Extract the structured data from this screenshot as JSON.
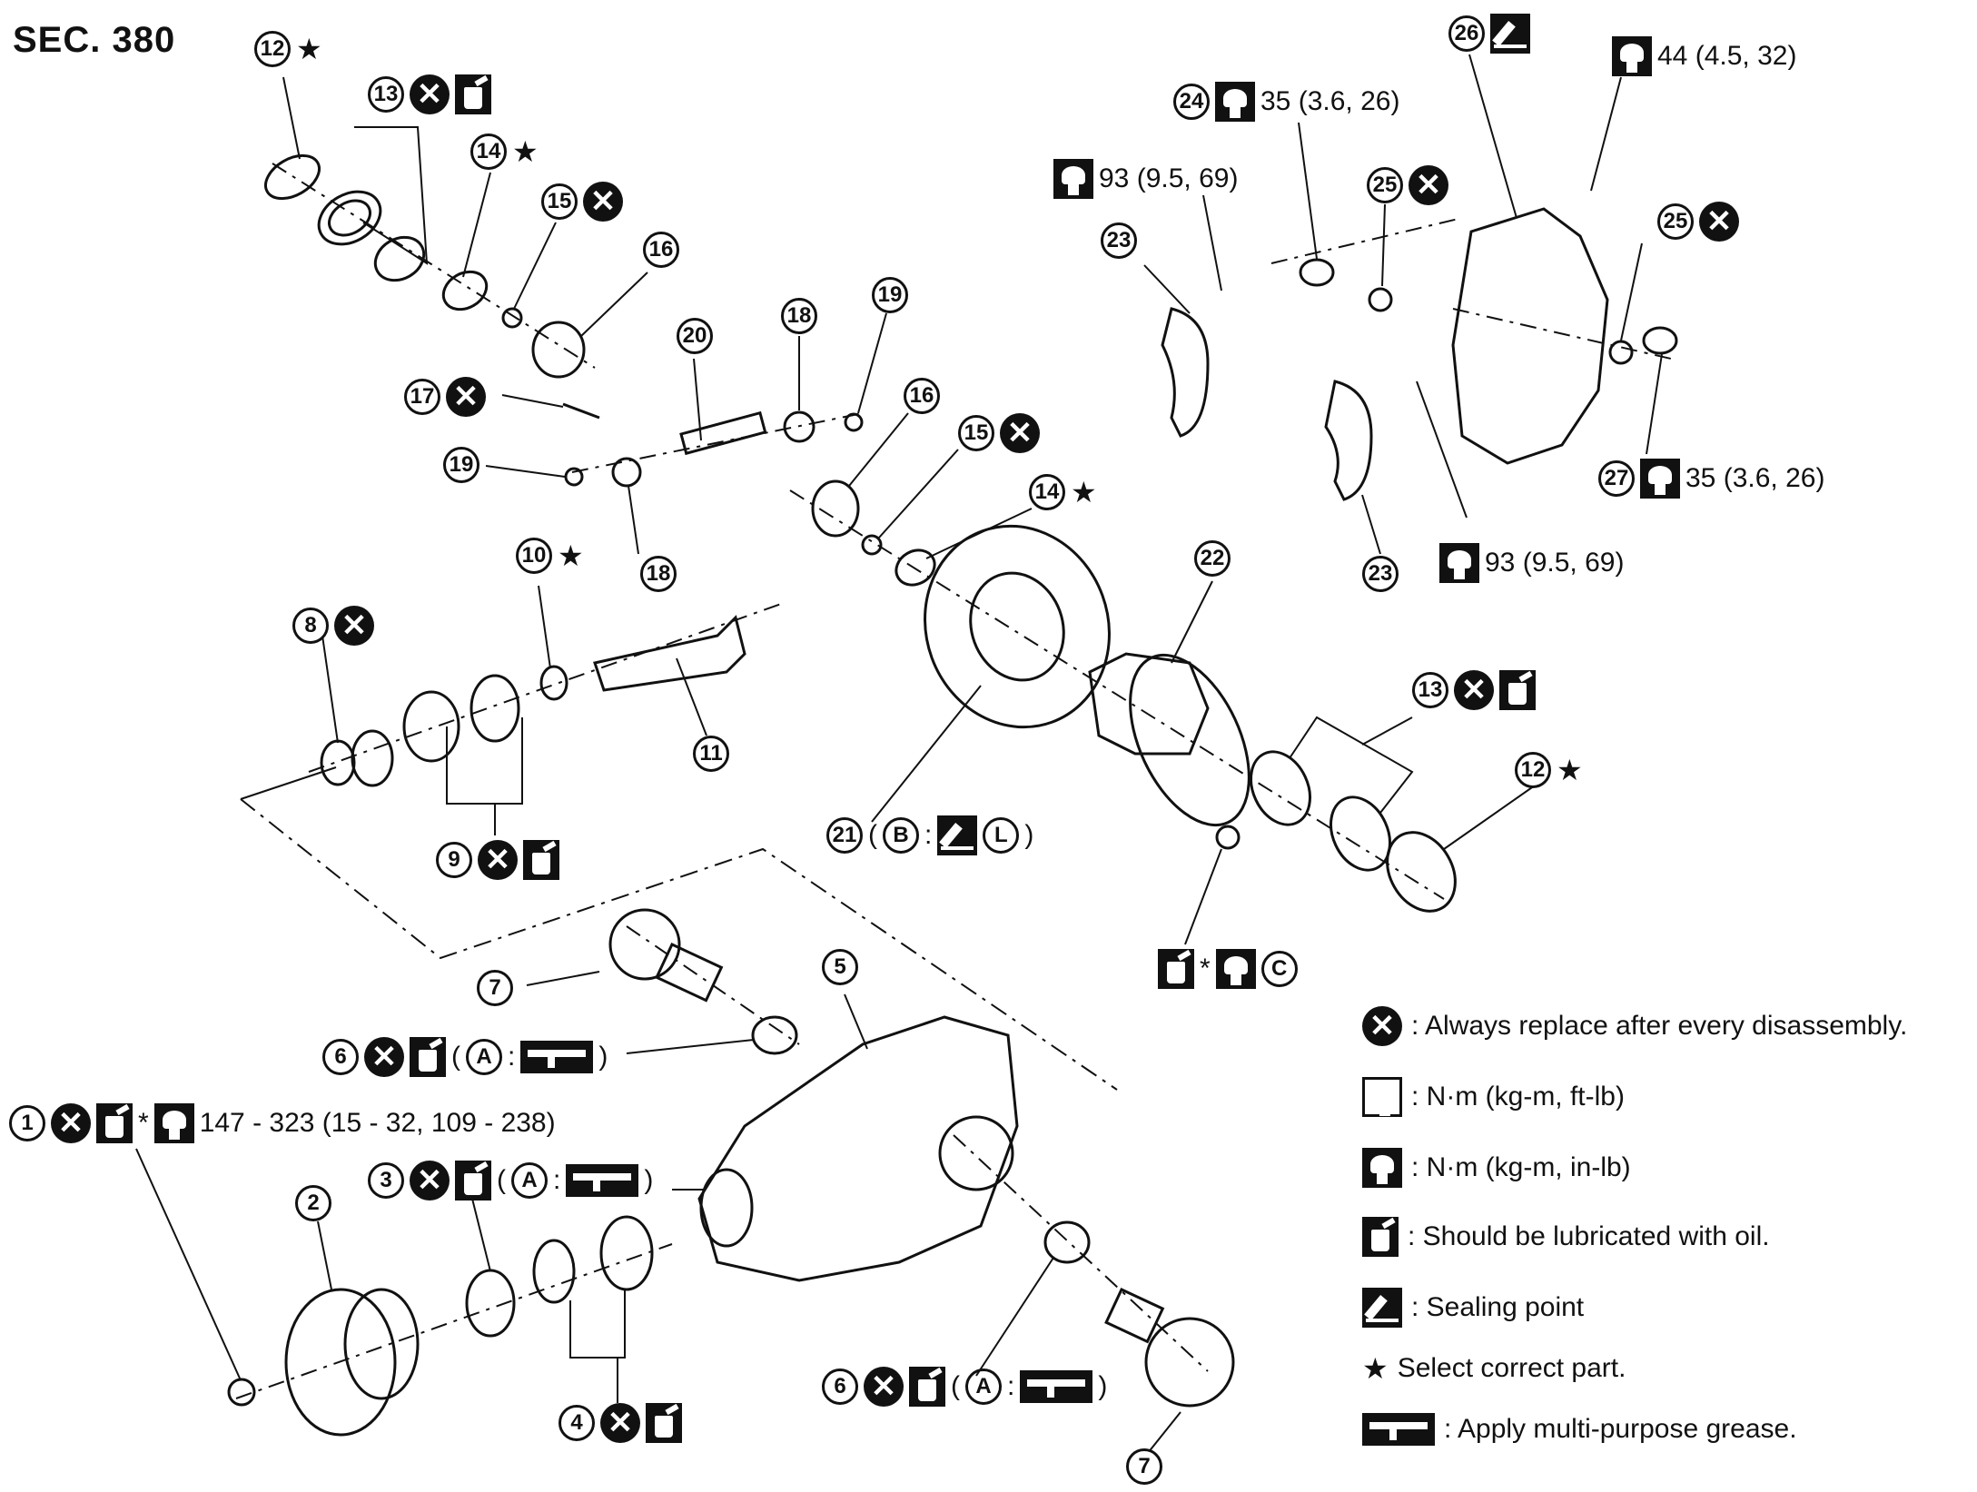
{
  "section_title": "SEC. 380",
  "parts": {
    "p1": {
      "num": "1",
      "spec": "147 - 323 (15 - 32, 109 - 238)"
    },
    "p2": {
      "num": "2"
    },
    "p3": {
      "num": "3",
      "grease_ref": "A"
    },
    "p4": {
      "num": "4"
    },
    "p5": {
      "num": "5"
    },
    "p6a": {
      "num": "6",
      "grease_ref": "A"
    },
    "p6b": {
      "num": "6",
      "grease_ref": "A"
    },
    "p7a": {
      "num": "7"
    },
    "p7b": {
      "num": "7"
    },
    "p8": {
      "num": "8"
    },
    "p9": {
      "num": "9"
    },
    "p10": {
      "num": "10"
    },
    "p11": {
      "num": "11"
    },
    "p12a": {
      "num": "12"
    },
    "p12b": {
      "num": "12"
    },
    "p13a": {
      "num": "13"
    },
    "p13b": {
      "num": "13"
    },
    "p14a": {
      "num": "14"
    },
    "p14b": {
      "num": "14"
    },
    "p15a": {
      "num": "15"
    },
    "p15b": {
      "num": "15"
    },
    "p16a": {
      "num": "16"
    },
    "p16b": {
      "num": "16"
    },
    "p17": {
      "num": "17"
    },
    "p18a": {
      "num": "18"
    },
    "p18b": {
      "num": "18"
    },
    "p19a": {
      "num": "19"
    },
    "p19b": {
      "num": "19"
    },
    "p20": {
      "num": "20"
    },
    "p21": {
      "num": "21",
      "ref_b": "B",
      "ref_l": "L"
    },
    "p22": {
      "num": "22"
    },
    "p23a": {
      "num": "23"
    },
    "p23b": {
      "num": "23"
    },
    "p24": {
      "num": "24",
      "spec": "35 (3.6, 26)"
    },
    "p25a": {
      "num": "25"
    },
    "p25b": {
      "num": "25"
    },
    "p26": {
      "num": "26"
    },
    "p27": {
      "num": "27",
      "spec": "35 (3.6, 26)"
    },
    "ref_c": "C"
  },
  "torque_specs": {
    "cover_bolt": "44 (4.5, 32)",
    "cap_bolt_top": "93 (9.5, 69)",
    "cap_bolt_bottom": "93 (9.5, 69)"
  },
  "symbols": {
    "colon": ":",
    "open_paren": "(",
    "close_paren": ")",
    "asterisk": "*",
    "star": "★"
  },
  "legend": [
    {
      "icon": "replace-icon",
      "text": ": Always replace after every disassembly."
    },
    {
      "icon": "torque-icon",
      "text": ": N·m (kg-m, ft-lb)"
    },
    {
      "icon": "torque-small-icon",
      "text": ": N·m (kg-m, in-lb)"
    },
    {
      "icon": "oil-icon",
      "text": ": Should be lubricated with oil."
    },
    {
      "icon": "sealing-icon",
      "text": ": Sealing point"
    },
    {
      "icon": "star-icon",
      "text": "Select correct part."
    },
    {
      "icon": "grease-icon",
      "text": ": Apply multi-purpose grease."
    }
  ]
}
